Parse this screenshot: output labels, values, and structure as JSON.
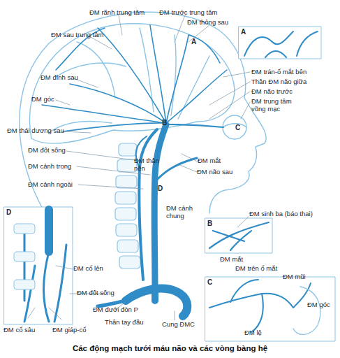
{
  "diagram": {
    "caption": "Các động mạch tưới máu não và các vòng bàng hệ",
    "labels": [
      "ĐM rãnh trung tâm",
      "ĐM trước trung tâm",
      "ĐM thông sau",
      "ĐM sau trung tâm",
      "A",
      "A",
      "ĐM đính sau",
      "ĐM trán-ổ mắt bên",
      "Thân ĐM não giữa",
      "ĐM não trước",
      "ĐM trung tâm võng mạc",
      "ĐM góc",
      "B",
      "C",
      "ĐM thái dương sau",
      "ĐM đốt sống",
      "ĐM mắt",
      "ĐM thân nền",
      "ĐM não sau",
      "ĐM cảnh trong",
      "ĐM cảnh ngoài",
      "D",
      "D",
      "ĐM cảnh chung",
      "ĐM sinh ba (báo thai)",
      "B",
      "ĐM cổ lên",
      "ĐM đốt sống",
      "ĐM mắt",
      "ĐM trên ổ mắt",
      "ĐM mũi",
      "C",
      "ĐM góc",
      "ĐM dưới đòn P",
      "ĐM cổ sâu",
      "ĐM giáp-cổ",
      "Thân tay đầu",
      "Cung ĐMC",
      "ĐM lệ"
    ]
  }
}
